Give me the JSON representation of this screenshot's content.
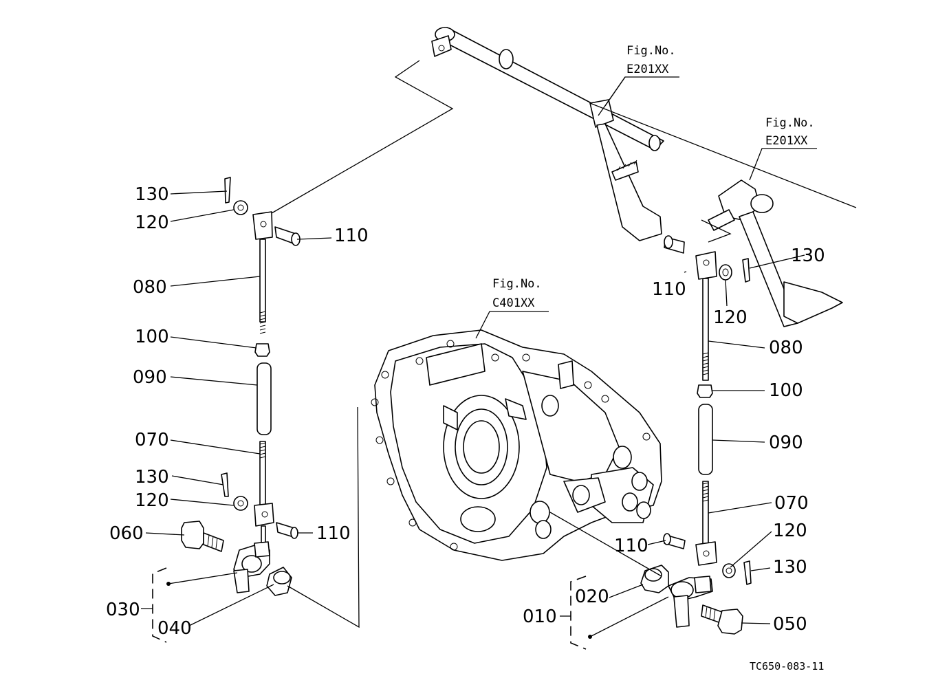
{
  "labels": {
    "l130": "130",
    "l120": "120",
    "l110": "110",
    "l080": "080",
    "l100": "100",
    "l090": "090",
    "l070": "070",
    "l130b": "130",
    "l120b": "120",
    "l060": "060",
    "l110b": "110",
    "l030": "030",
    "l040": "040",
    "r110": "110",
    "r130": "130",
    "r120": "120",
    "r080": "080",
    "r100": "100",
    "r090": "090",
    "r070": "070",
    "r120b": "120",
    "r110b": "110",
    "r130b": "130",
    "r020": "020",
    "r010": "010",
    "r050": "050"
  },
  "refs": {
    "fig_no_1": "Fig.No.",
    "fig_code_1": "E201XX",
    "fig_no_2": "Fig.No.",
    "fig_code_2": "E201XX",
    "fig_no_3": "Fig.No.",
    "fig_code_3": "C401XX"
  },
  "drawing_code": "TC650-083-11"
}
